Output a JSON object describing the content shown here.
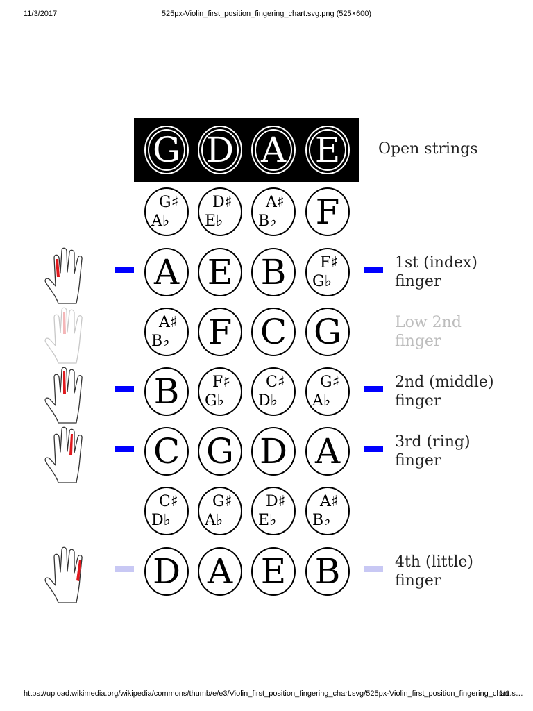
{
  "print_header": {
    "date": "11/3/2017",
    "title": "525px-Violin_first_position_fingering_chart.svg.png (525×600)"
  },
  "print_footer": {
    "url": "https://upload.wikimedia.org/wikipedia/commons/thumb/e/e3/Violin_first_position_fingering_chart.svg/525px-Violin_first_position_fingering_chart.s…",
    "page": "1/1"
  },
  "colors": {
    "marker": "#0000ff",
    "marker_light": "#c8c8f4",
    "finger_highlight": "#e0191e",
    "finger_highlight_faded": "#f4b6b8"
  },
  "rows": [
    {
      "id": "open",
      "label_lines": [
        "Open strings"
      ],
      "label_faded": false,
      "hand": null,
      "marker": null,
      "notes": [
        {
          "main": "G"
        },
        {
          "main": "D"
        },
        {
          "main": "A"
        },
        {
          "main": "E"
        }
      ]
    },
    {
      "id": "half",
      "label_lines": [],
      "label_faded": false,
      "hand": null,
      "marker": null,
      "notes": [
        {
          "sharp": "G♯",
          "flat": "A♭"
        },
        {
          "sharp": "D♯",
          "flat": "E♭"
        },
        {
          "sharp": "A♯",
          "flat": "B♭"
        },
        {
          "main": "F"
        }
      ]
    },
    {
      "id": "first",
      "label_lines": [
        "1st (index)",
        "finger"
      ],
      "label_faded": false,
      "hand": {
        "finger": "index",
        "faded": false
      },
      "marker": "strong",
      "notes": [
        {
          "main": "A"
        },
        {
          "main": "E"
        },
        {
          "main": "B"
        },
        {
          "sharp": "F♯",
          "flat": "G♭"
        }
      ]
    },
    {
      "id": "low-second",
      "label_lines": [
        "Low 2nd",
        "finger"
      ],
      "label_faded": true,
      "hand": {
        "finger": "middle",
        "faded": true
      },
      "marker": null,
      "notes": [
        {
          "sharp": "A♯",
          "flat": "B♭"
        },
        {
          "main": "F"
        },
        {
          "main": "C"
        },
        {
          "main": "G"
        }
      ]
    },
    {
      "id": "second",
      "label_lines": [
        "2nd (middle)",
        "finger"
      ],
      "label_faded": false,
      "hand": {
        "finger": "middle",
        "faded": false
      },
      "marker": "strong",
      "notes": [
        {
          "main": "B"
        },
        {
          "sharp": "F♯",
          "flat": "G♭"
        },
        {
          "sharp": "C♯",
          "flat": "D♭"
        },
        {
          "sharp": "G♯",
          "flat": "A♭"
        }
      ]
    },
    {
      "id": "third",
      "label_lines": [
        "3rd (ring)",
        "finger"
      ],
      "label_faded": false,
      "hand": {
        "finger": "ring",
        "faded": false
      },
      "marker": "strong",
      "notes": [
        {
          "main": "C"
        },
        {
          "main": "G"
        },
        {
          "main": "D"
        },
        {
          "main": "A"
        }
      ]
    },
    {
      "id": "high-third",
      "label_lines": [],
      "label_faded": false,
      "hand": null,
      "marker": null,
      "notes": [
        {
          "sharp": "C♯",
          "flat": "D♭"
        },
        {
          "sharp": "G♯",
          "flat": "A♭"
        },
        {
          "sharp": "D♯",
          "flat": "E♭"
        },
        {
          "sharp": "A♯",
          "flat": "B♭"
        }
      ]
    },
    {
      "id": "fourth",
      "label_lines": [
        "4th (little)",
        "finger"
      ],
      "label_faded": false,
      "hand": {
        "finger": "little",
        "faded": false
      },
      "marker": "light",
      "notes": [
        {
          "main": "D"
        },
        {
          "main": "A"
        },
        {
          "main": "E"
        },
        {
          "main": "B"
        }
      ]
    }
  ]
}
